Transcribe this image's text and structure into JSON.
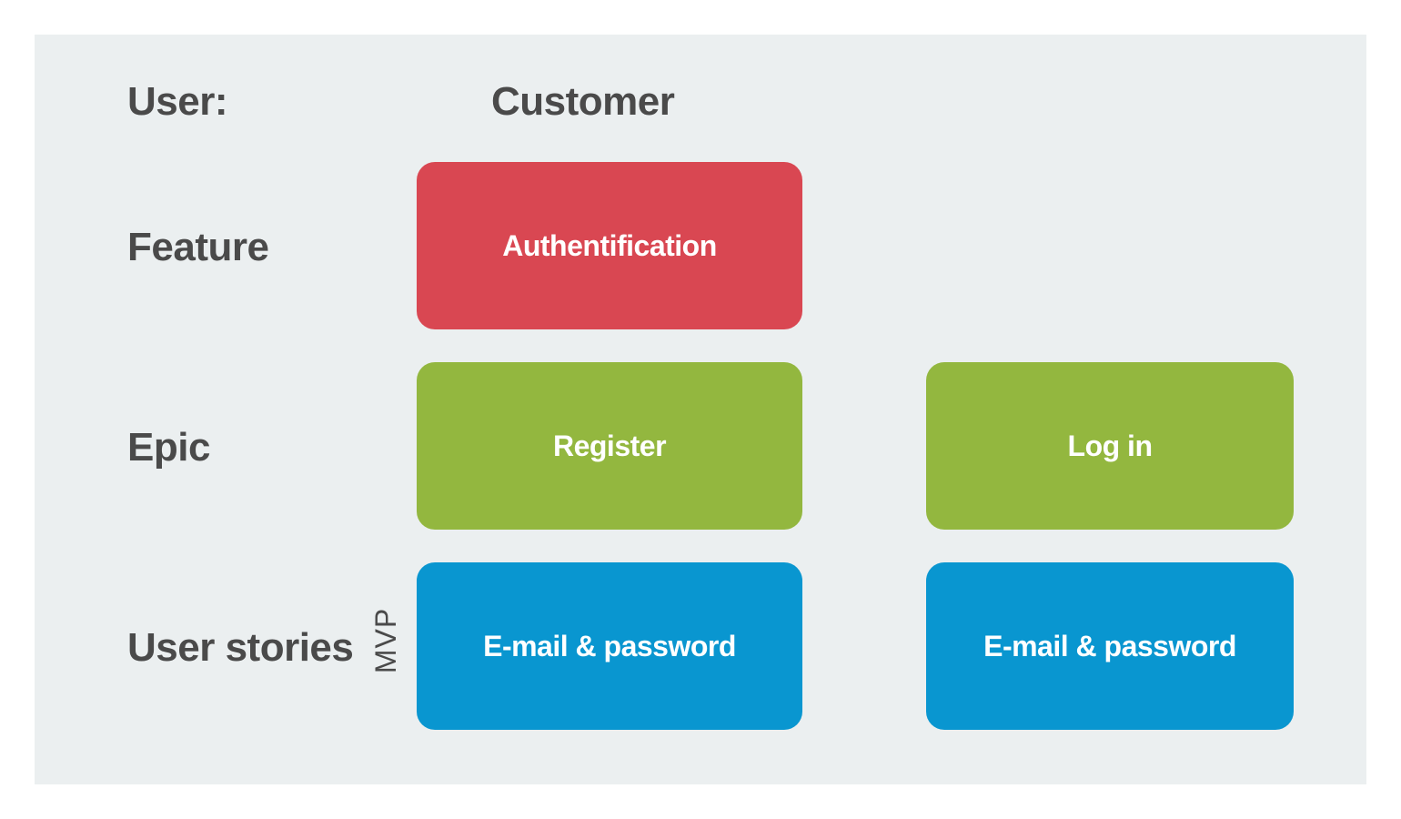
{
  "header": {
    "user_label": "User:",
    "user_value": "Customer"
  },
  "rows": {
    "feature": "Feature",
    "epic": "Epic",
    "user_stories": "User stories"
  },
  "mvp_label": "MVP",
  "cards": {
    "feature": "Authentification",
    "epic_register": "Register",
    "epic_login": "Log in",
    "story_register": "E-mail & password",
    "story_login": "E-mail & password"
  },
  "colors": {
    "background": "#ebeff0",
    "feature": "#d94752",
    "epic": "#93b73f",
    "story": "#0996d0",
    "label_text": "#4a4a4a",
    "card_text": "#ffffff"
  }
}
